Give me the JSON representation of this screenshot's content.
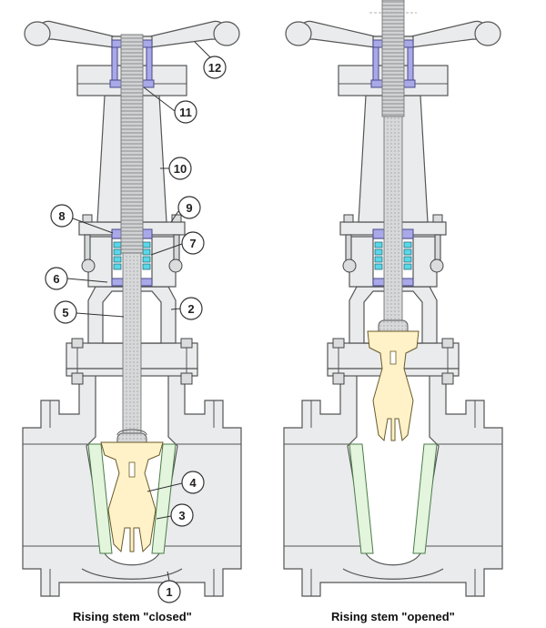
{
  "captions": {
    "closed": "Rising stem \"closed\"",
    "opened": "Rising stem \"opened\""
  },
  "callouts": [
    {
      "id": "c1",
      "label": "1"
    },
    {
      "id": "c2",
      "label": "2"
    },
    {
      "id": "c3",
      "label": "3"
    },
    {
      "id": "c4",
      "label": "4"
    },
    {
      "id": "c5",
      "label": "5"
    },
    {
      "id": "c6",
      "label": "6"
    },
    {
      "id": "c7",
      "label": "7"
    },
    {
      "id": "c8",
      "label": "8"
    },
    {
      "id": "c9",
      "label": "9"
    },
    {
      "id": "c10",
      "label": "10"
    },
    {
      "id": "c11",
      "label": "11"
    },
    {
      "id": "c12",
      "label": "12"
    }
  ],
  "colors": {
    "seat": "#e3f5dc",
    "wedge": "#fff2c8",
    "packing": "#58d8e8",
    "bushing": "#a9a8e8",
    "body": "#e9ebec"
  }
}
